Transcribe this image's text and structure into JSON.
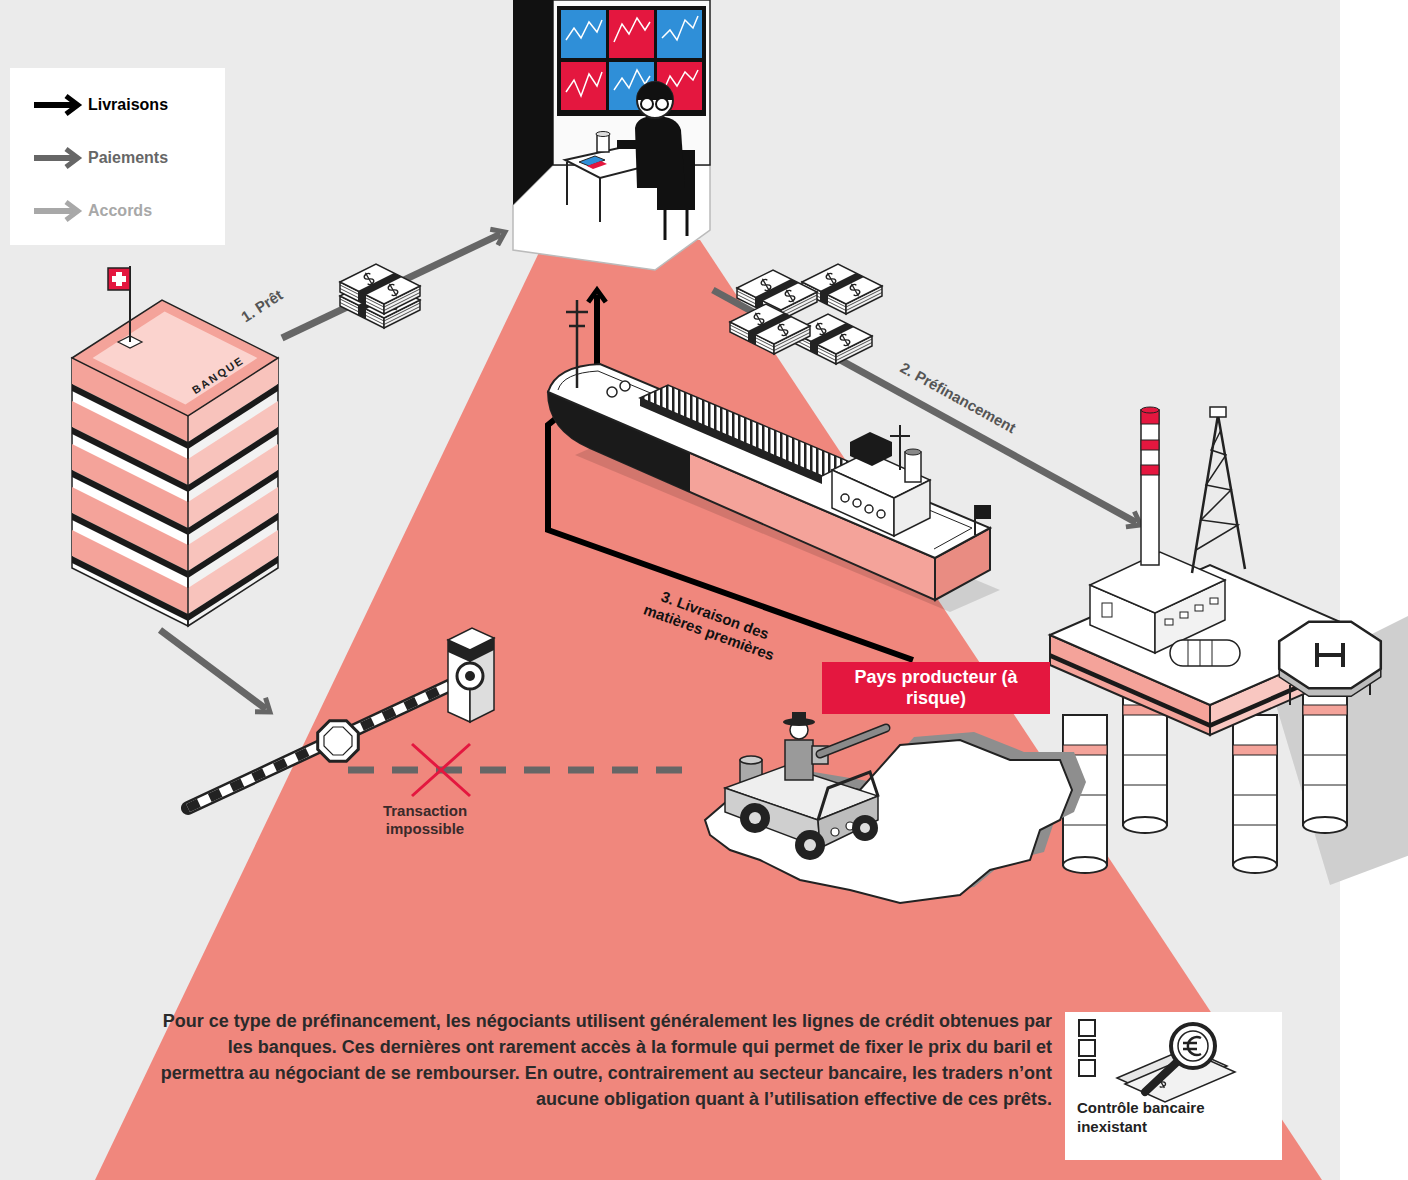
{
  "diagram": {
    "caption": "Pour ce type de préfinancement, les négociants utilisent généralement les lignes de crédit obtenues par les banques. Ces dernières ont rarement accès à la formule qui permet de fixer le prix du baril et permettra au négociant de se rembourser. En outre, contrairement au secteur bancaire, les traders n’ont aucune obligation quant à l’utilisation effective de ces prêts.",
    "nodes": [
      {
        "text": [
          "BANQUE"
        ]
      },
      {
        "text": []
      },
      {
        "text": []
      },
      {
        "text": [
          "Pays producteur (à risque)"
        ]
      },
      {
        "text": [
          "Contrôle bancaire inexistant"
        ]
      }
    ],
    "edges": [
      {
        "from": 0,
        "to": 1,
        "label": "1. Prêt",
        "arrow": "to"
      },
      {
        "from": 1,
        "to": 2,
        "label": "2. Préfinancement",
        "arrow": "to"
      },
      {
        "from": 3,
        "to": 1,
        "label": "3. Livraison des matières premières",
        "arrow": "to"
      },
      {
        "from": 0,
        "to": 3,
        "label": "Transaction impossible",
        "arrow": "to"
      }
    ],
    "legend": [
      {
        "text": "Livraisons"
      },
      {
        "text": "Paiements"
      },
      {
        "text": "Accords"
      }
    ]
  }
}
